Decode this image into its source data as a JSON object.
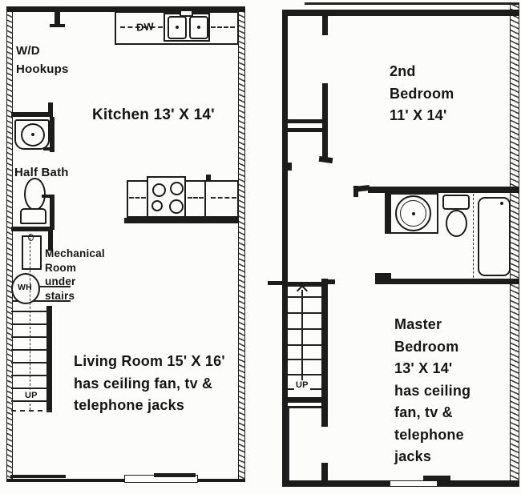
{
  "colors": {
    "ink": "#1c1c1c",
    "paper": "#fcfcfa"
  },
  "floor1": {
    "labels": {
      "wd_hookups": [
        "W/D",
        "Hookups"
      ],
      "half_bath": "Half Bath",
      "mechanical_room": [
        "Mechanical",
        "Room",
        "under",
        "stairs"
      ],
      "kitchen": "Kitchen 13' X 14'",
      "living_room": [
        "Living Room 15' X 16'",
        "has ceiling fan, tv &",
        "telephone jacks"
      ],
      "dishwasher": "DW",
      "water_heater": "WH",
      "stairs_up": "UP"
    },
    "fixtures": [
      "dishwasher",
      "double-kitchen-sink",
      "stove",
      "half-bath-sink",
      "toilet",
      "furnace",
      "water-heater",
      "stairs"
    ]
  },
  "floor2": {
    "labels": {
      "second_bedroom": [
        "2nd",
        "Bedroom",
        "11' X 14'"
      ],
      "master_bedroom": [
        "Master",
        "Bedroom",
        "13' X 14'",
        "has ceiling",
        "fan, tv &",
        "telephone",
        "jacks"
      ],
      "stairs_up": "UP"
    },
    "fixtures": [
      "vanity-sink",
      "toilet",
      "bathtub",
      "stairs"
    ]
  }
}
